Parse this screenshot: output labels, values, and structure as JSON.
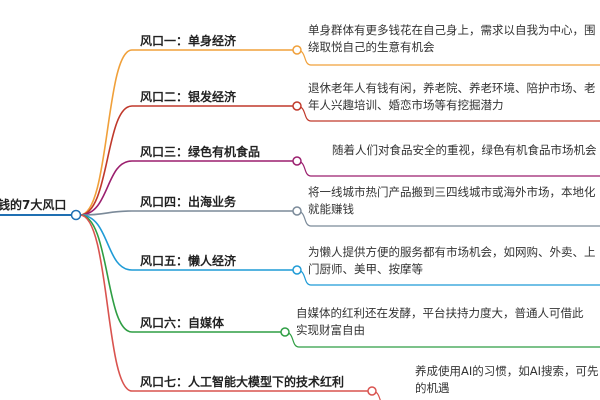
{
  "root": {
    "label": "钱的7大风口"
  },
  "branches": [
    {
      "title": "风口一：单身经济",
      "color": "#f0a03a",
      "desc": [
        "单身群体有更多钱花在自己身上，需求以自我为中心，围",
        "绕取悦自己的生意有机会"
      ]
    },
    {
      "title": "风口二：银发经济",
      "color": "#c0392b",
      "desc": [
        "退休老年人有钱有闲，养老院、养老环境、陪护市场、老",
        "年人兴趣培训、婚恋市场等有挖掘潜力"
      ]
    },
    {
      "title": "风口三：绿色有机食品",
      "color": "#9b1f6e",
      "desc": [
        "随着人们对食品安全的重视，绿色有机食品市场机会"
      ]
    },
    {
      "title": "风口四：出海业务",
      "color": "#7b8a99",
      "desc": [
        "将一线城市热门产品搬到三四线城市或海外市场，本地化",
        "就能赚钱"
      ]
    },
    {
      "title": "风口五：懒人经济",
      "color": "#1f9bd6",
      "desc": [
        "为懒人提供方便的服务都有市场机会，如网购、外卖、上",
        "门厨师、美甲、按摩等"
      ]
    },
    {
      "title": "风口六：自媒体",
      "color": "#2f9e44",
      "desc": [
        "自媒体的红利还在发酵，平台扶持力度大，普通人可借此",
        "实现财富自由"
      ]
    },
    {
      "title": "风口七：人工智能大模型下的技术红利",
      "color": "#d9534f",
      "desc": [
        "养成使用AI的习惯，如AI搜索，可先",
        "的机遇"
      ]
    }
  ],
  "colors": {
    "root_node": "#1f6fb2",
    "background": "#ffffff"
  }
}
